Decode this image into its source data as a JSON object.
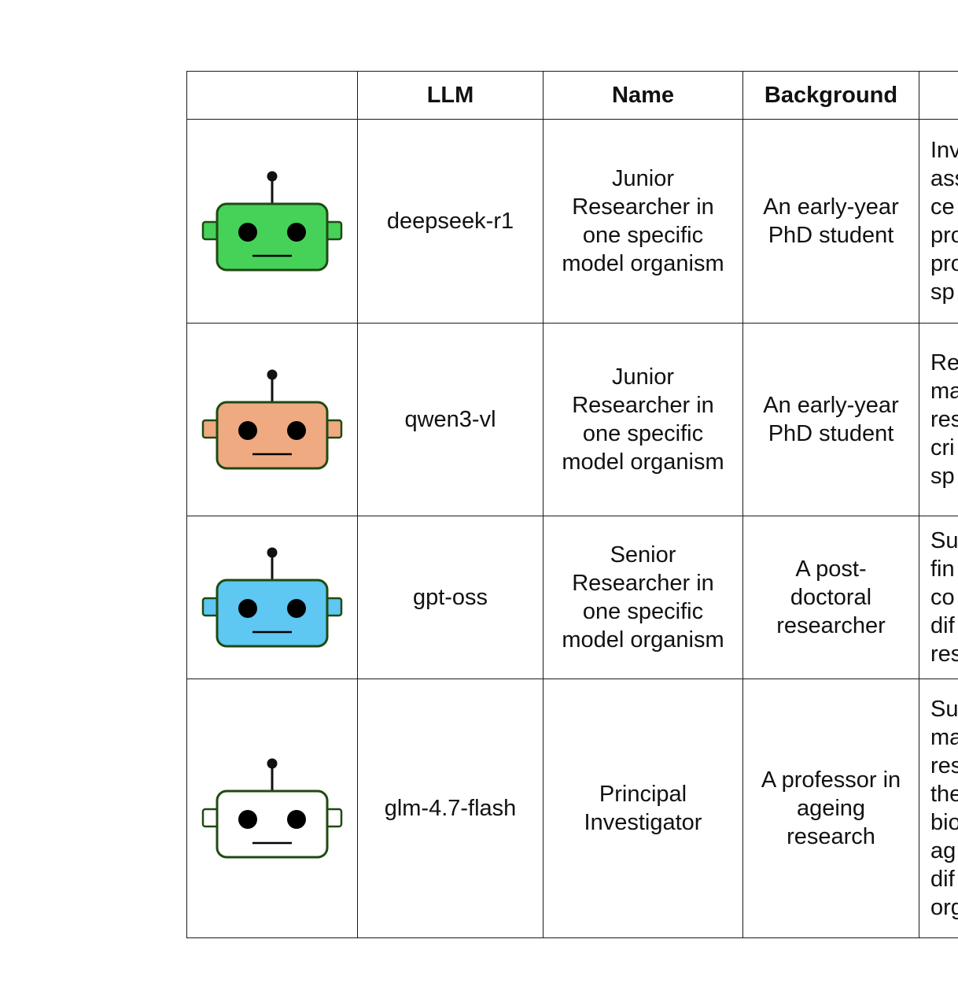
{
  "table": {
    "headers": [
      "",
      "LLM",
      "Name",
      "Background",
      ""
    ],
    "rows": [
      {
        "icon": "robot-face-icon",
        "icon_color": "#46d259",
        "llm": "deepseek-r1",
        "name": "Junior\nResearcher in\none specific\nmodel organism",
        "background": "An early-year\nPhD student",
        "description": "Inv\nass\nce\npro\npro\nsp"
      },
      {
        "icon": "robot-face-icon",
        "icon_color": "#f0aa82",
        "llm": "qwen3-vl",
        "name": "Junior\nResearcher in\none specific\nmodel organism",
        "background": "An early-year\nPhD student",
        "description": "Re\nma\nres\ncri\nsp"
      },
      {
        "icon": "robot-face-icon",
        "icon_color": "#5ec7f2",
        "llm": "gpt-oss",
        "name": "Senior\nResearcher in\none specific\nmodel organism",
        "background": "A post-\ndoctoral\nresearcher",
        "description": "Su\nfin\nco\ndif\nres"
      },
      {
        "icon": "robot-face-icon",
        "icon_color": "#ffffff",
        "llm": "glm-4.7-flash",
        "name": "Principal\nInvestigator",
        "background": "A professor in\nageing\nresearch",
        "description": "Su\nma\nres\nthe\nbio\nag\ndif\norg"
      }
    ]
  }
}
